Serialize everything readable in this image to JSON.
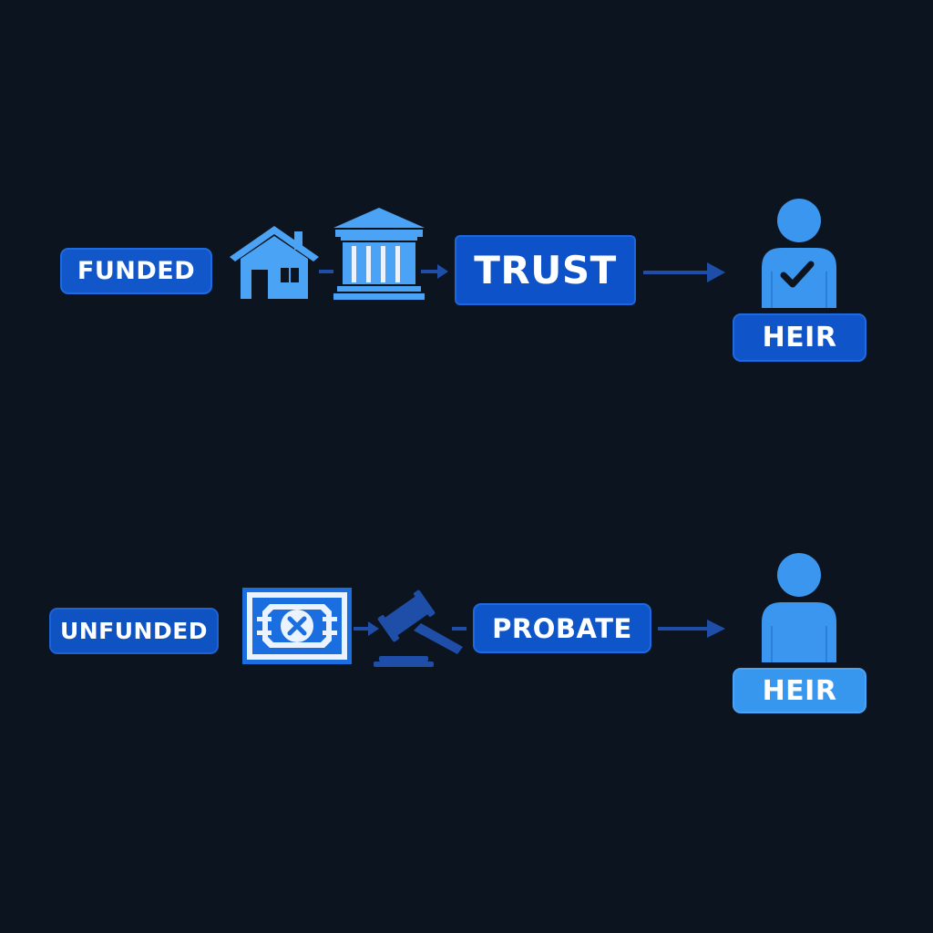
{
  "funded_flow": {
    "label": "FUNDED",
    "assets": [
      "house-icon",
      "bank-icon"
    ],
    "destination": "TRUST",
    "recipient": {
      "label": "HEIR",
      "icon": "person-check-icon"
    }
  },
  "unfunded_flow": {
    "label": "UNFUNDED",
    "assets": [
      "cancelled-money-icon",
      "gavel-icon"
    ],
    "destination": "PROBATE",
    "recipient": {
      "label": "HEIR",
      "icon": "person-icon"
    }
  },
  "colors": {
    "background": "#0c1420",
    "primary_blue": "#0f55c9",
    "light_blue": "#3a96ee",
    "arrow_blue": "#1e4ea8"
  }
}
